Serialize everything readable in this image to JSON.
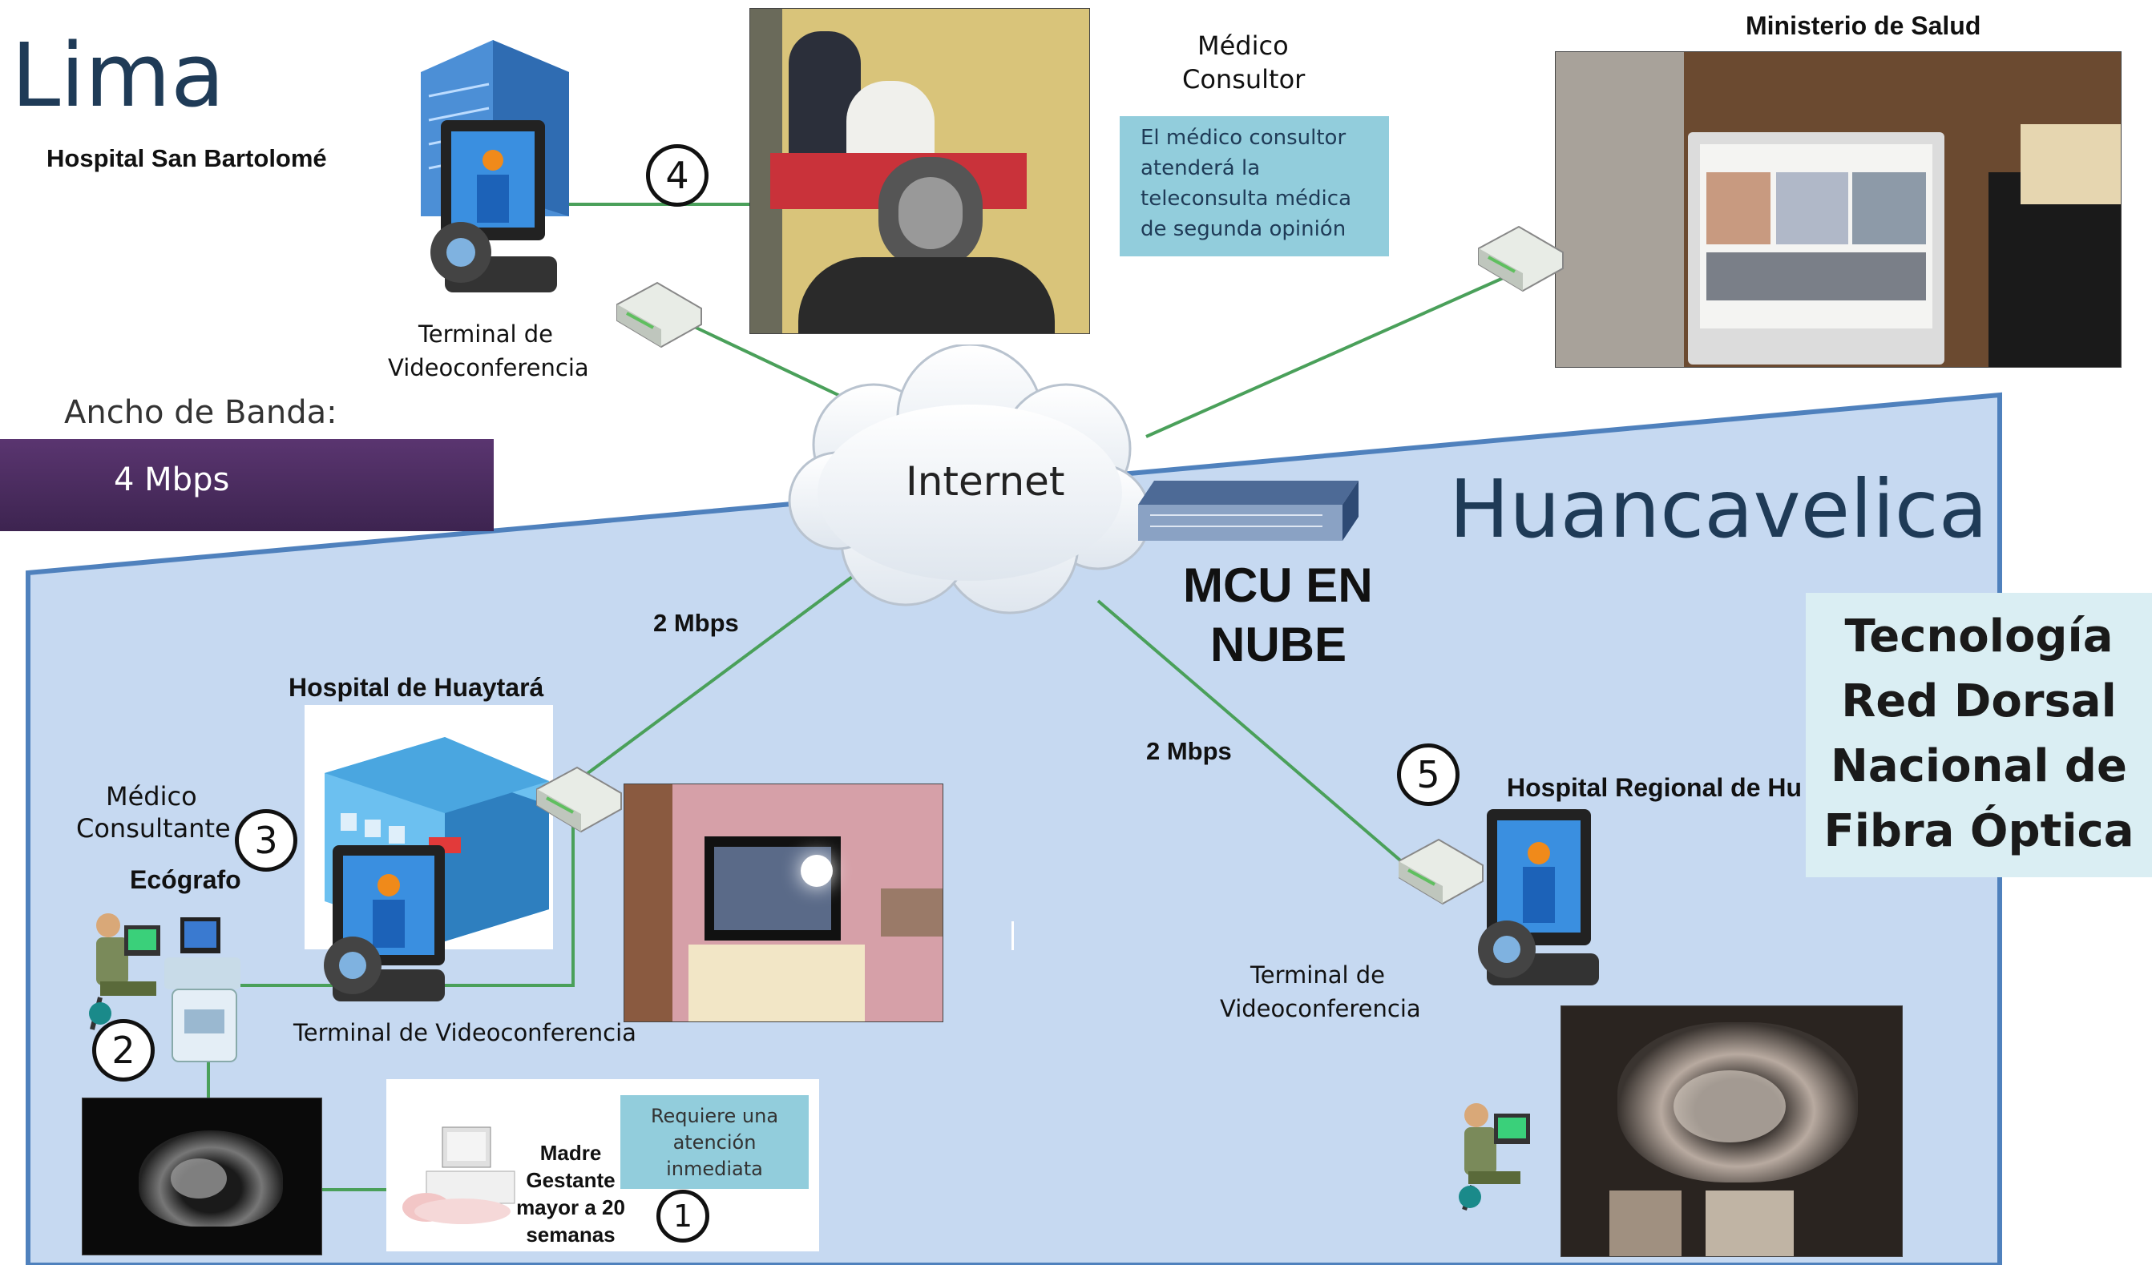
{
  "colors": {
    "region_fill": "#c6d9f1",
    "region_border": "#4f81bd",
    "link_line": "#4aa05a",
    "bandwidth_box": "#4b2c5c",
    "callout_fill": "#92cddc",
    "tech_box": "#daeef3",
    "title_blue": "#1f3b57"
  },
  "lima": {
    "title": "Lima",
    "hospital": "Hospital San Bartolomé",
    "terminal_line1": "Terminal de",
    "terminal_line2": "Videoconferencia",
    "medico_line1": "Médico",
    "medico_line2": "Consultor",
    "callout_lines": [
      "El médico consultor",
      "atenderá la",
      "teleconsulta médica",
      "de segunda opinión"
    ],
    "step": "4"
  },
  "ministerio": {
    "title": "Ministerio de Salud"
  },
  "bandwidth": {
    "label": "Ancho de Banda:",
    "value": "4 Mbps"
  },
  "internet": {
    "label": "Internet"
  },
  "mcu": {
    "line1": "MCU EN",
    "line2": "NUBE"
  },
  "huancavelica": {
    "title": "Huancavelica"
  },
  "technology": {
    "lines": [
      "Tecnología",
      "Red Dorsal",
      "Nacional de",
      "Fibra Óptica"
    ]
  },
  "links": {
    "huaytara_speed": "2 Mbps",
    "regional_speed": "2 Mbps"
  },
  "huaytara": {
    "hospital": "Hospital de Huaytará",
    "medico_line1": "Médico",
    "medico_line2": "Consultante",
    "ecografo": "Ecógrafo",
    "terminal": "Terminal de Videoconferencia",
    "step_consultante": "3",
    "step_ecografo": "2"
  },
  "madre": {
    "lines": [
      "Madre",
      "Gestante",
      "mayor a 20",
      "semanas"
    ],
    "callout_lines": [
      "Requiere una",
      "atención",
      "inmediata"
    ],
    "step": "1"
  },
  "regional": {
    "hospital": "Hospital Regional de Hu",
    "terminal_line1": "Terminal de",
    "terminal_line2": "Videoconferencia",
    "step": "5"
  },
  "icons": [
    "building-icon",
    "monitor-icon",
    "webcam-icon",
    "router-icon",
    "cloud-icon",
    "mcu-server-icon",
    "doctor-at-computer-icon",
    "ultrasound-machine-icon",
    "patient-bed-icon",
    "hospital-building-icon"
  ]
}
